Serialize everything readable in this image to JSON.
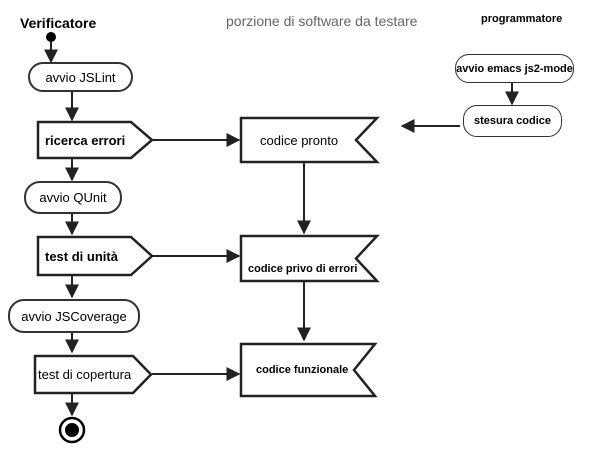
{
  "lanes": {
    "left": "Verificatore",
    "middle": "porzione di software da testare",
    "right": "programmatore"
  },
  "actions": {
    "avvio_jslint": "avvio JSLint",
    "avvio_qunit": "avvio QUnit",
    "avvio_jscoverage": "avvio JSCoverage",
    "avvio_emacs": "avvio emacs js2-mode",
    "stesura_codice": "stesura codice"
  },
  "signals_send": {
    "ricerca_errori": "ricerca errori",
    "test_unita": "test di unità",
    "test_copertura": "test di copertura"
  },
  "signals_receive": {
    "codice_pronto": "codice pronto",
    "codice_privo": "codice privo di errori",
    "codice_funzionale": "codice funzionale"
  },
  "colors": {
    "stroke": "#222222",
    "middle_lane_title": "#666666"
  }
}
